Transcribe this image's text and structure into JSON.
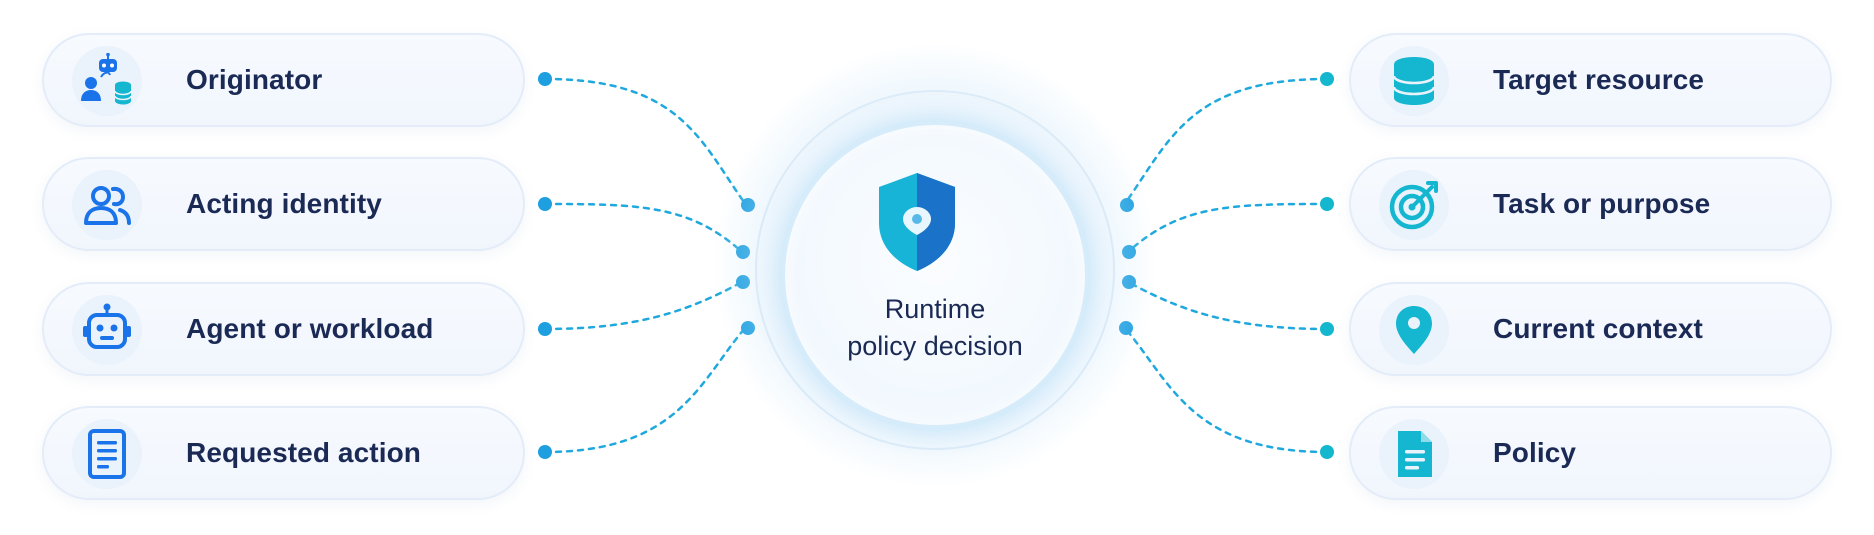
{
  "colors": {
    "navy_text": "#1b2a55",
    "accent_blue": "#1a73e8",
    "accent_teal": "#14b6d0",
    "connector": "#1fa8dd",
    "pill_bg": "#f3f7fd",
    "pill_border": "#e3ecf8"
  },
  "center": {
    "title_line1": "Runtime",
    "title_line2": "policy decision",
    "icon": "shield-lock-icon"
  },
  "left_inputs": [
    {
      "label": "Originator",
      "icon": "agent-user-database-icon"
    },
    {
      "label": "Acting identity",
      "icon": "users-icon"
    },
    {
      "label": "Agent or workload",
      "icon": "robot-icon"
    },
    {
      "label": "Requested action",
      "icon": "document-icon"
    }
  ],
  "right_inputs": [
    {
      "label": "Target resource",
      "icon": "database-icon"
    },
    {
      "label": "Task or purpose",
      "icon": "target-icon"
    },
    {
      "label": "Current context",
      "icon": "location-pin-icon"
    },
    {
      "label": "Policy",
      "icon": "policy-document-icon"
    }
  ]
}
